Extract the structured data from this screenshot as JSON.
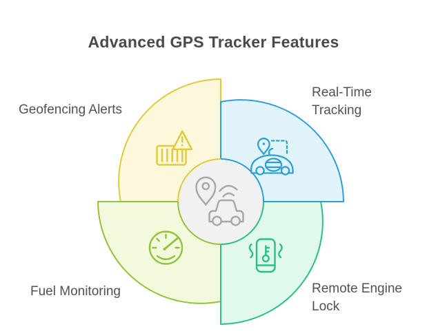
{
  "title": "Advanced GPS Tracker Features",
  "colors": {
    "canvas-bg": "#FFFFFF",
    "title-color": "#4A4A4C",
    "label-color": "#515155",
    "center-fill": "#F1F1F2",
    "center-icon-stroke": "#A8A8A8",
    "geofencing-stroke": "#E0CA3C",
    "geofencing-fill": "#FCF8DC",
    "tracking-stroke": "#2C9FD5",
    "tracking-fill": "#E2F4FB",
    "fuel-stroke": "#92C13D",
    "fuel-fill": "#F2FADB",
    "lock-stroke": "#2CBF83",
    "lock-fill": "#E1F8EC"
  },
  "features": [
    {
      "label": "Geofencing Alerts",
      "lines": [
        "Geofencing Alerts"
      ],
      "icon": "container-warning-icon",
      "position": "top-left"
    },
    {
      "label": "Real-Time Tracking",
      "lines": [
        "Real-Time",
        "Tracking"
      ],
      "icon": "car-location-icon",
      "position": "top-right"
    },
    {
      "label": "Fuel Monitoring",
      "lines": [
        "Fuel Monitoring"
      ],
      "icon": "fuel-gauge-icon",
      "position": "bottom-left"
    },
    {
      "label": "Remote Engine Lock",
      "lines": [
        "Remote Engine",
        "Lock"
      ],
      "icon": "phone-key-icon",
      "position": "bottom-right"
    }
  ],
  "center": {
    "icon": "gps-pin-car-icon"
  }
}
